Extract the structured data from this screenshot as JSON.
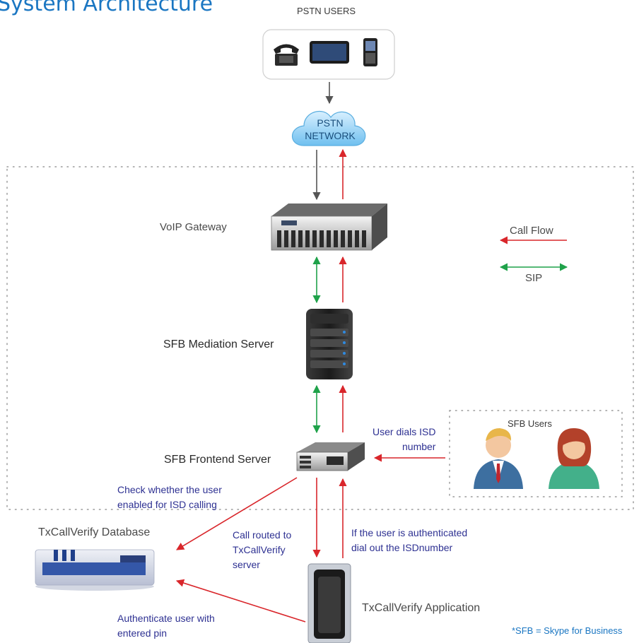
{
  "title": "System Architecture",
  "nodes": {
    "pstn_users": "PSTN USERS",
    "pstn_network": "PSTN\nNETWORK",
    "voip_gateway": "VoIP Gateway",
    "mediation_server": "SFB Mediation Server",
    "frontend_server": "SFB Frontend Server",
    "sfb_users": "SFB Users",
    "database": "TxCallVerify Database",
    "application": "TxCallVerify Application"
  },
  "legend": {
    "call_flow": "Call Flow",
    "sip": "SIP",
    "call_flow_color": "#d9262b",
    "sip_color": "#1fa24a"
  },
  "annotations": {
    "user_dials": "User dials ISD\nnumber",
    "check_isd": "Check whether the user\nenabled for ISD calling",
    "call_routed": "Call routed to\nTxCallVerify\nserver",
    "authenticated": "If the user is authenticated\ndial out the ISDnumber",
    "authenticate_pin": "Authenticate user with\nentered pin"
  },
  "footnote": "*SFB = Skype for Business"
}
